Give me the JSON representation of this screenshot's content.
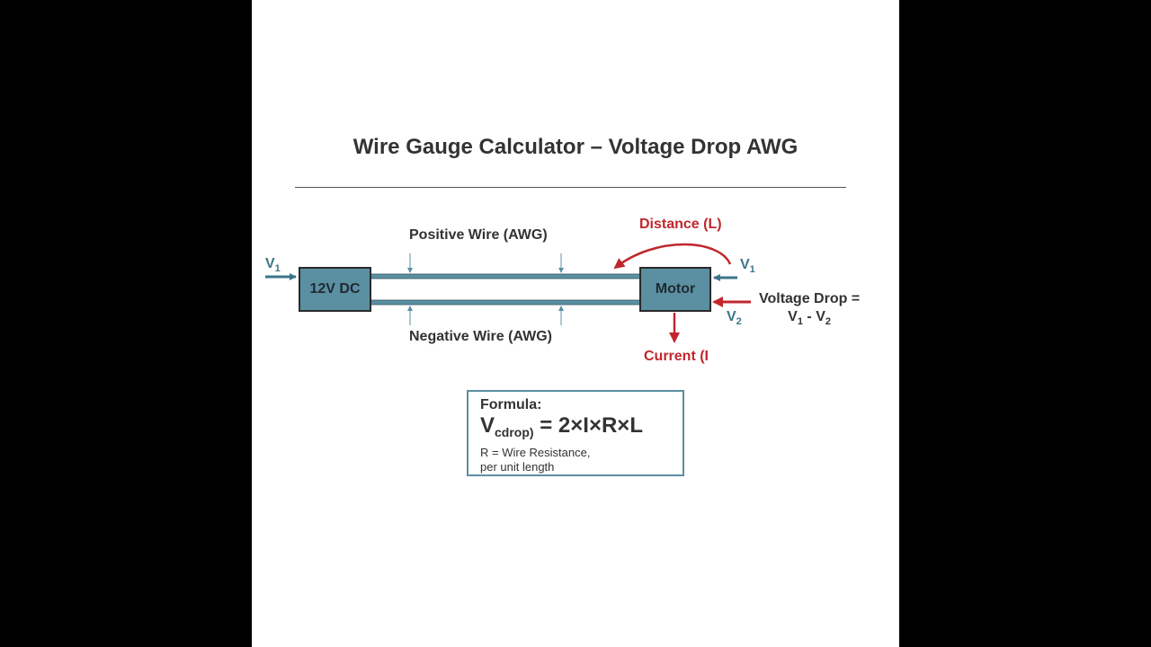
{
  "title": "Wire Gauge Calculator – Voltage Drop AWG",
  "labels": {
    "positive_wire": "Positive Wire (AWG)",
    "negative_wire": "Negative Wire (AWG)",
    "distance": "Distance (L)",
    "current": "Current (I",
    "voltage_drop_line1": "Voltage Drop =",
    "voltage_drop_v1": "V",
    "voltage_drop_sub1": "1",
    "voltage_drop_minus": " - ",
    "voltage_drop_v2": "V",
    "voltage_drop_sub2": "2"
  },
  "components": {
    "source": "12V DC",
    "load": "Motor"
  },
  "voltages": {
    "v1_left": {
      "symbol": "V",
      "sub": "1"
    },
    "v1_right": {
      "symbol": "V",
      "sub": "1"
    },
    "v2_right": {
      "symbol": "V",
      "sub": "2"
    }
  },
  "formula": {
    "heading": "Formula:",
    "lhs": "V",
    "lhs_sub": "cdrop)",
    "rhs": " = 2×I×R×L",
    "note_line1": "R = Wire Resistance,",
    "note_line2": "per unit length"
  },
  "colors": {
    "accent_red": "#c0272d",
    "wire_teal": "#5b8fa2",
    "label_teal": "#3d7588"
  }
}
